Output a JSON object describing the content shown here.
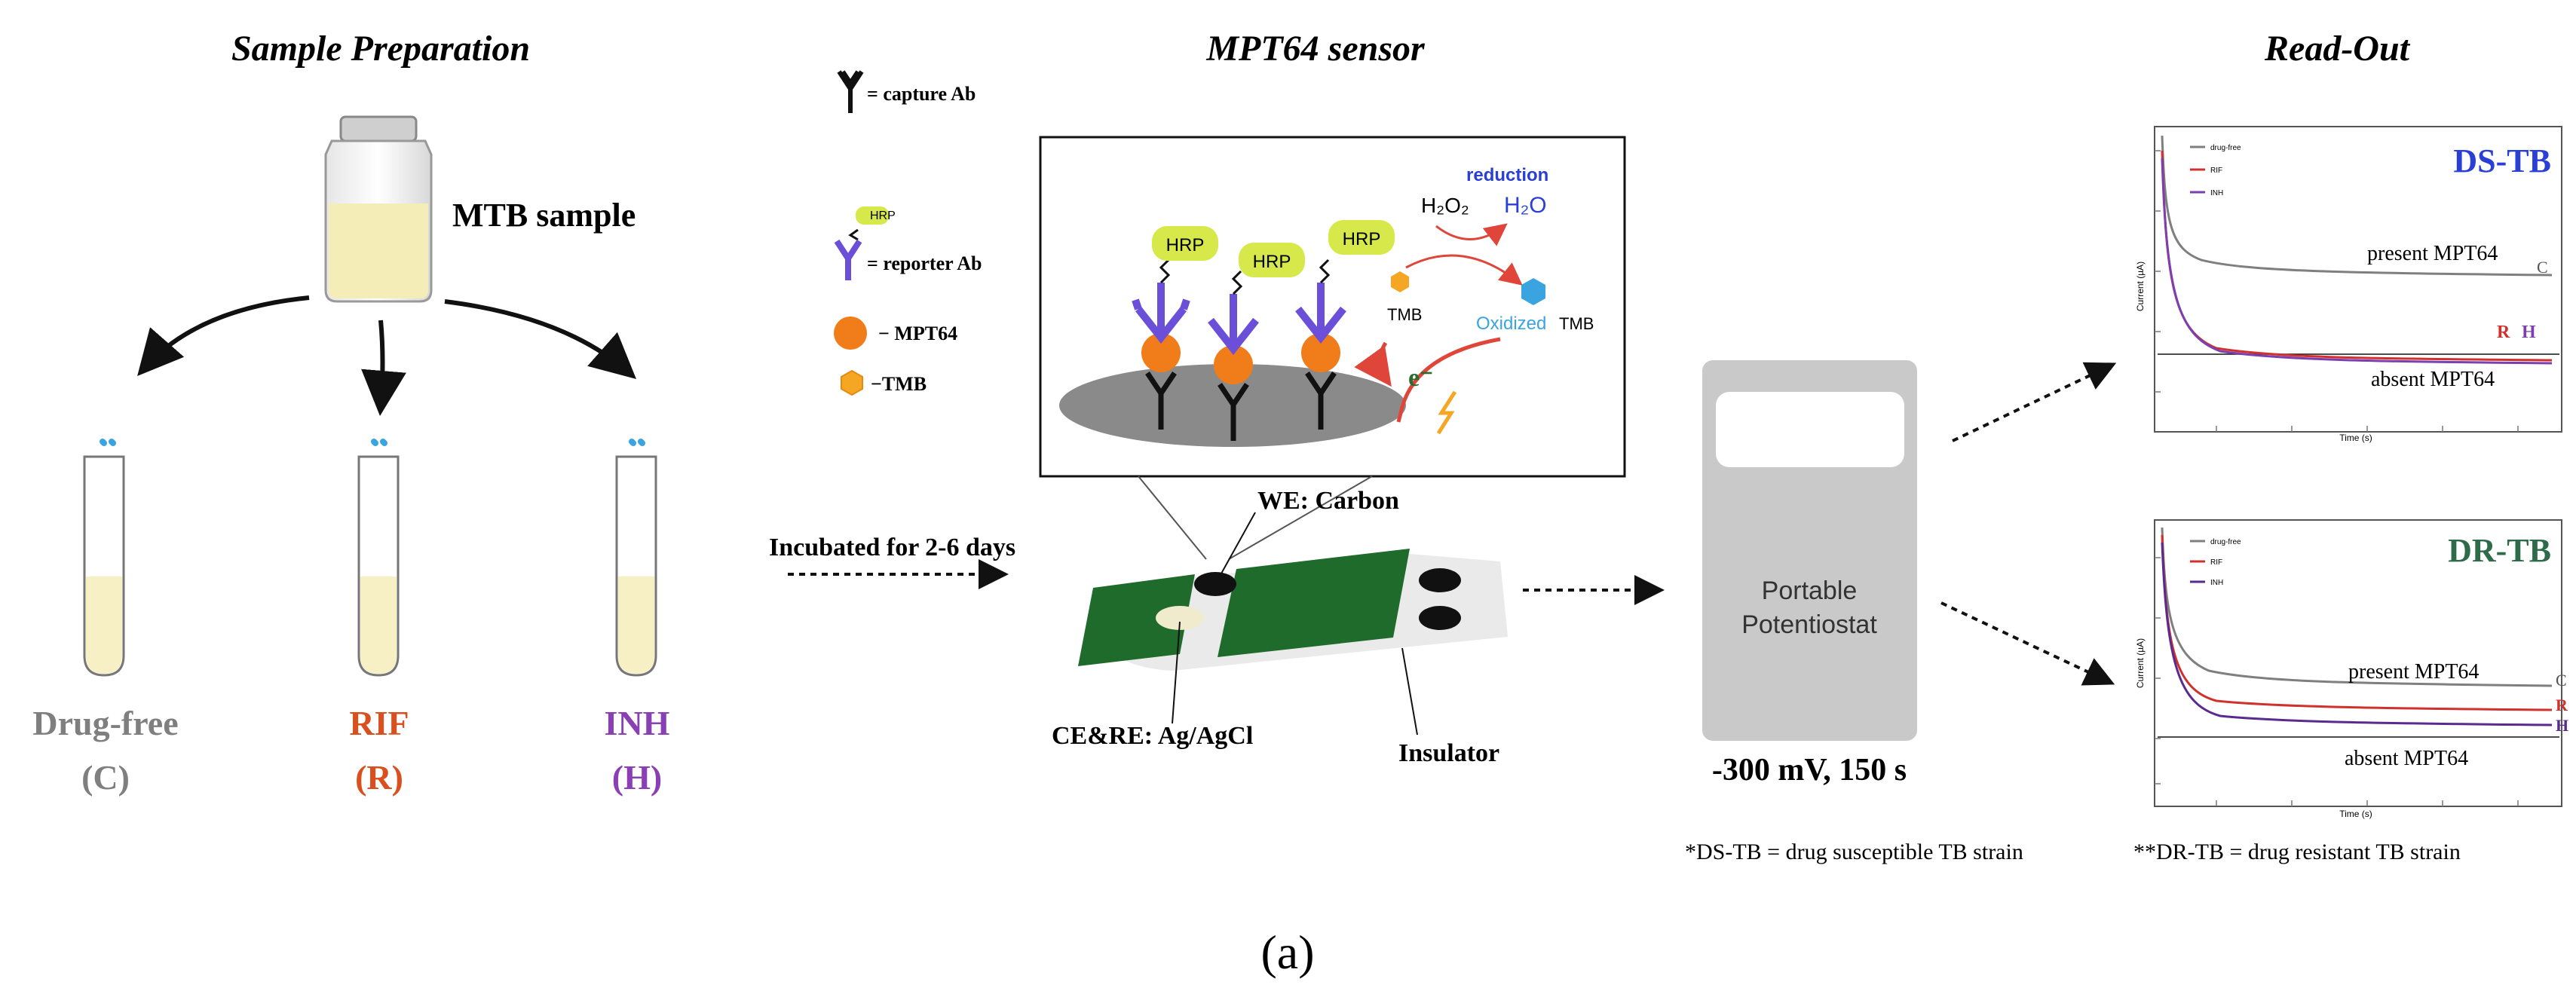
{
  "titles": {
    "sample_prep": "Sample Preparation",
    "sensor": "MPT64 sensor",
    "readout": "Read-Out"
  },
  "sample": {
    "label": "MTB sample",
    "tubes": [
      {
        "name": "Drug-free",
        "code": "(C)",
        "color": "#7f7f7f"
      },
      {
        "name": "RIF",
        "code": "(R)",
        "color": "#d9501e"
      },
      {
        "name": "INH",
        "code": "(H)",
        "color": "#8a3fb5"
      }
    ]
  },
  "incubation": "Incubated for 2-6 days",
  "legend": {
    "capture": "= capture Ab",
    "hrp_small": "HRP",
    "reporter": "= reporter Ab",
    "mpt64": "− MPT64",
    "tmb": "−TMB"
  },
  "assay": {
    "hrp": "HRP",
    "reduction": "reduction",
    "h2o2": "H₂O₂",
    "h2o": "H₂O",
    "tmb": "TMB",
    "oxidized": "Oxidized",
    "oxidized_tmb": "TMB",
    "electron": "e⁻"
  },
  "electrode": {
    "we": "WE: Carbon",
    "cere": "CE&RE: Ag/AgCl",
    "insulator": "Insulator"
  },
  "potentiostat": {
    "line1": "Portable",
    "line2": "Potentiostat",
    "setting": "-300 mV, 150 s"
  },
  "charts": {
    "ds": {
      "title": "DS-TB",
      "present": "present MPT64",
      "absent": "absent MPT64",
      "legend": [
        "drug-free",
        "RIF",
        "INH"
      ],
      "ylabel": "Current (µA)",
      "xlabel": "Time (s)",
      "end_labels": [
        "C",
        "R",
        "H"
      ]
    },
    "dr": {
      "title": "DR-TB",
      "present": "present MPT64",
      "absent": "absent MPT64",
      "legend": [
        "drug-free",
        "RIF",
        "INH"
      ],
      "ylabel": "Current (µA)",
      "xlabel": "Time (s)",
      "end_labels": [
        "C",
        "R",
        "H"
      ]
    }
  },
  "footnotes": {
    "ds": "*DS-TB = drug susceptible TB strain",
    "dr": "**DR-TB = drug resistant TB strain"
  },
  "caption": "(a)",
  "colors": {
    "ds_title": "#2a3fd6",
    "dr_title": "#2e6b4a",
    "electrode_green": "#1f6b2b",
    "hrp_yellow": "#d6e84a",
    "antibody_purple": "#6b4fd8",
    "mpt64_orange": "#f07d1a",
    "tmb_orange": "#f5a623",
    "oxidized_blue": "#3aa4e0",
    "arrow_red": "#e0453a",
    "liquid_yellow": "#f6f0c4"
  }
}
